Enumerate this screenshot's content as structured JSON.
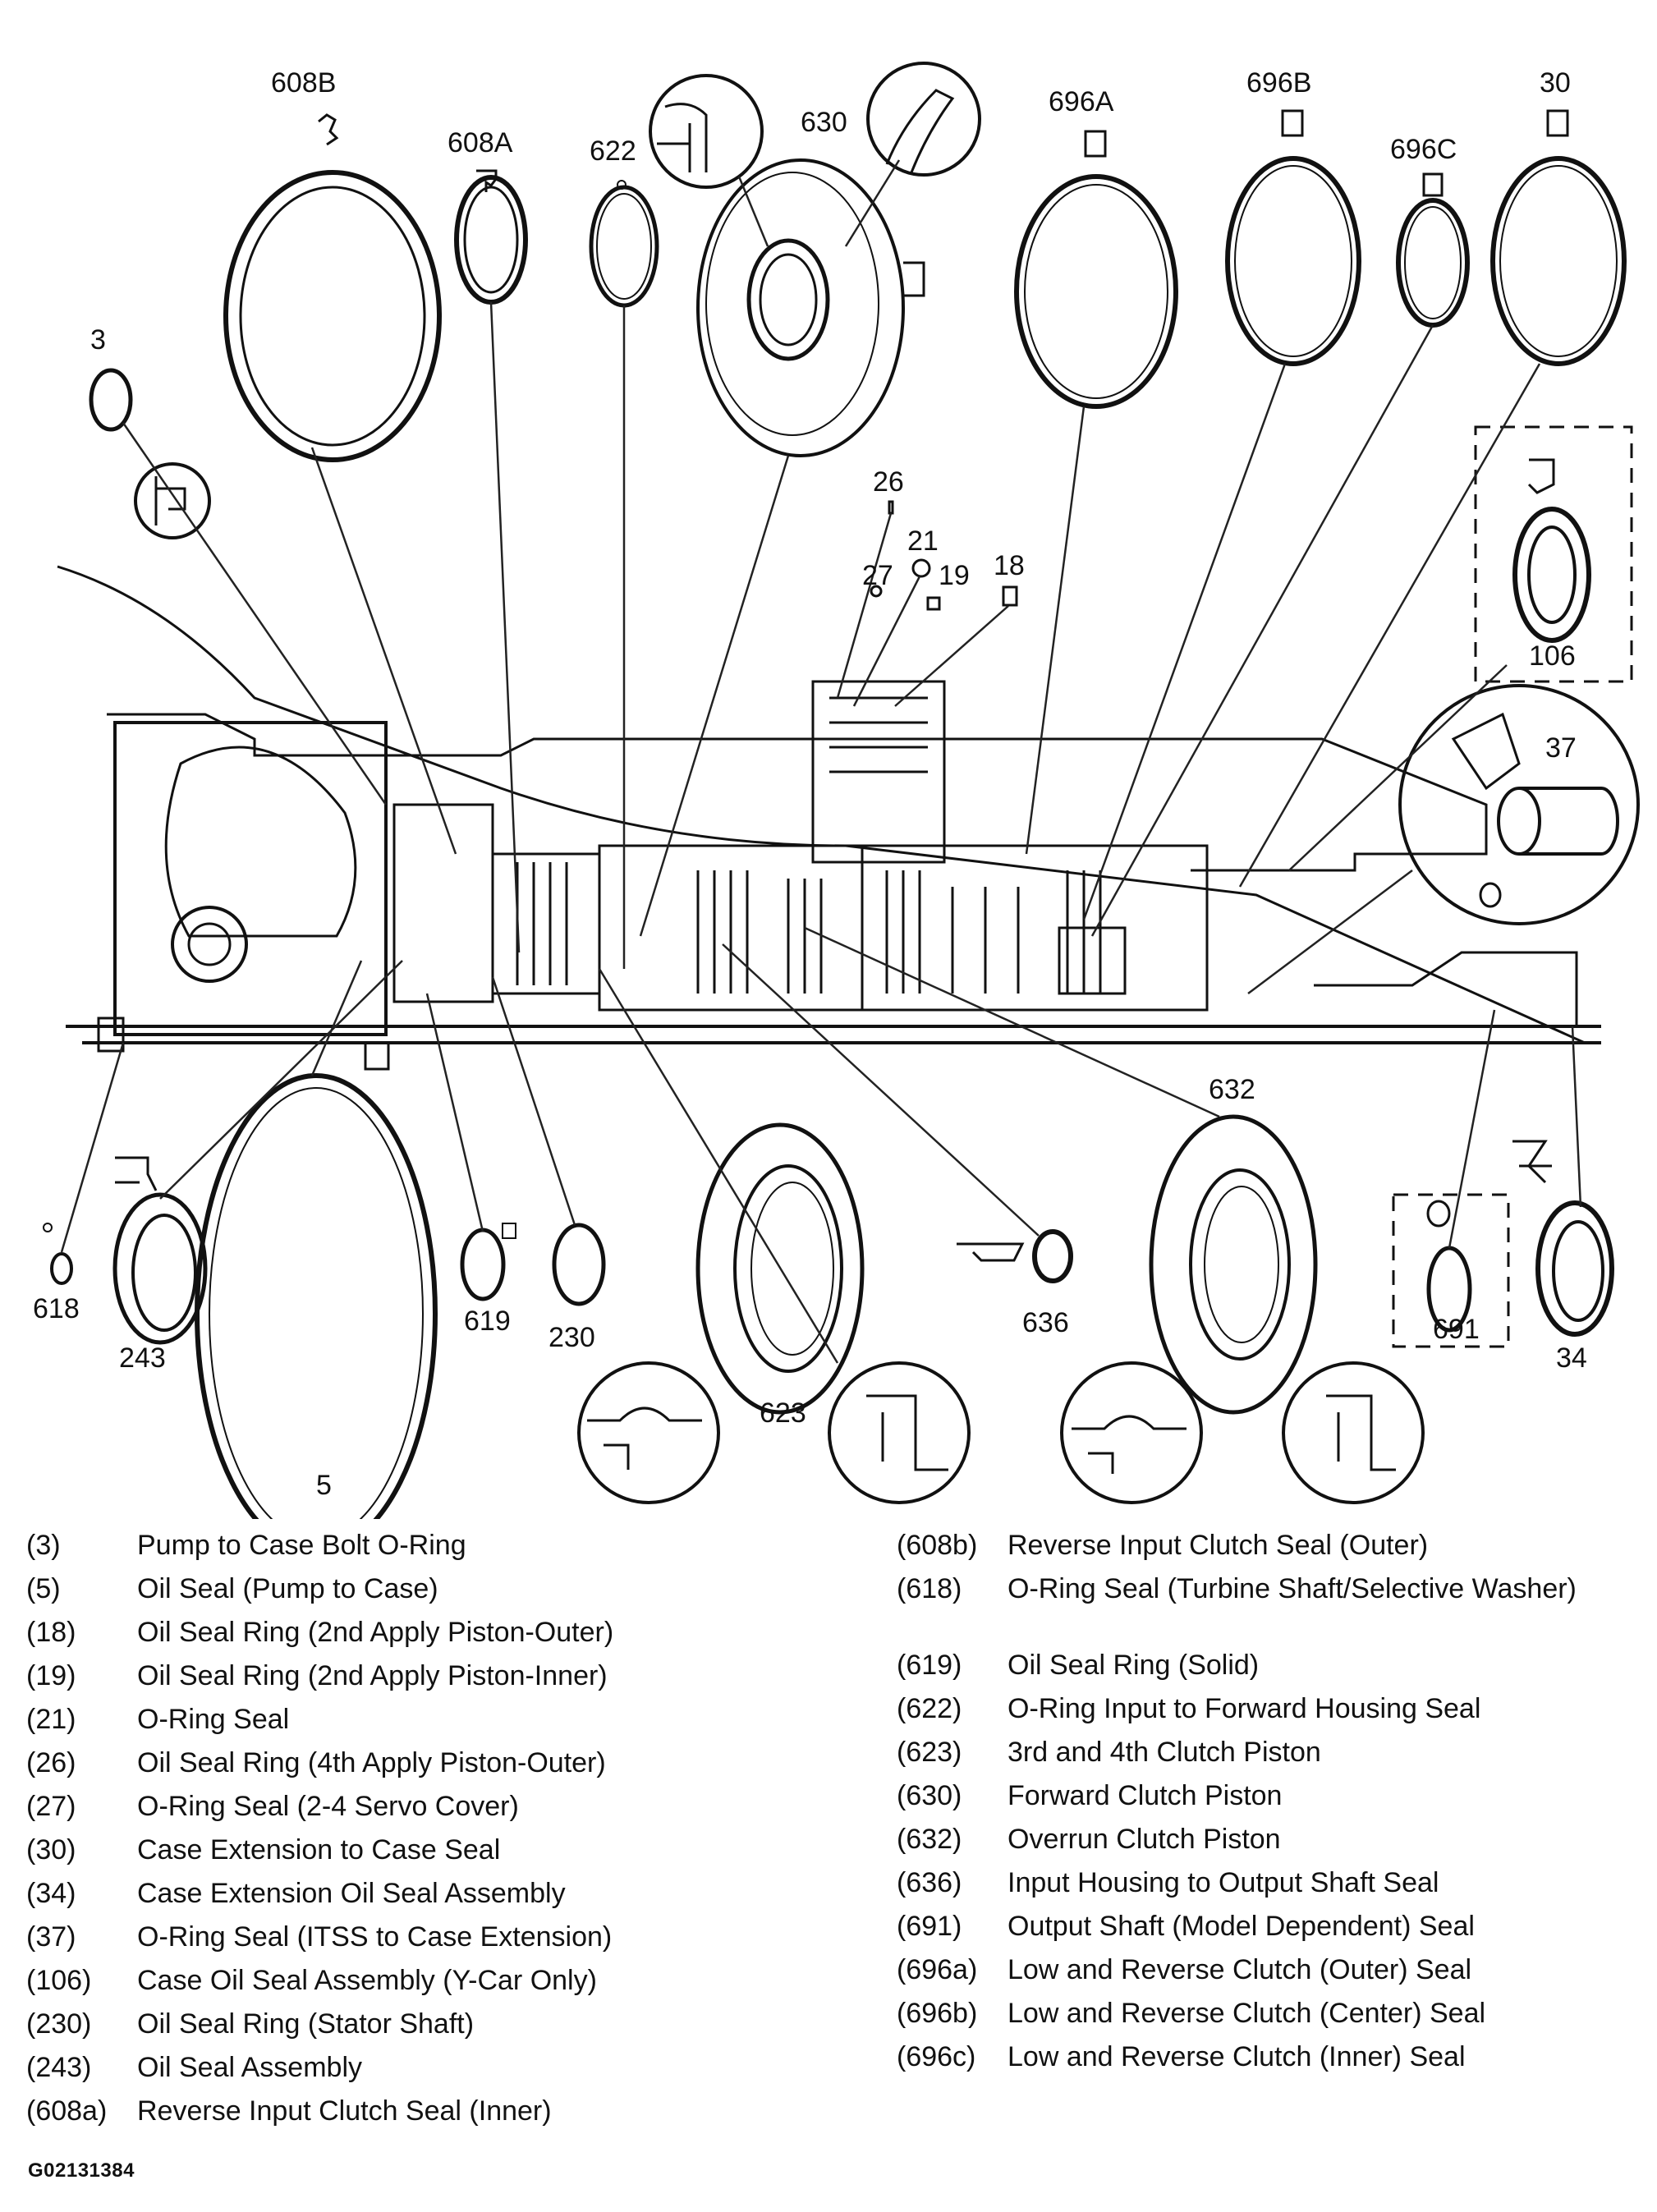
{
  "callouts": {
    "c608B": "608B",
    "c608A": "608A",
    "c622": "622",
    "c630": "630",
    "c696A": "696A",
    "c696B": "696B",
    "c696C": "696C",
    "c30": "30",
    "c3": "3",
    "c26": "26",
    "c21": "21",
    "c27": "27",
    "c19": "19",
    "c18": "18",
    "c106": "106",
    "c37": "37",
    "c632": "632",
    "c618": "618",
    "c243": "243",
    "c5": "5",
    "c619": "619",
    "c230": "230",
    "c623": "623",
    "c636": "636",
    "c691": "691",
    "c34": "34"
  },
  "legend_left": [
    {
      "num": "(3)",
      "desc": "Pump to Case Bolt O-Ring"
    },
    {
      "num": "(5)",
      "desc": "Oil Seal (Pump to Case)"
    },
    {
      "num": "(18)",
      "desc": "Oil Seal Ring (2nd Apply Piston-Outer)"
    },
    {
      "num": "(19)",
      "desc": "Oil Seal Ring (2nd Apply Piston-Inner)"
    },
    {
      "num": "(21)",
      "desc": "O-Ring Seal"
    },
    {
      "num": "(26)",
      "desc": "Oil Seal Ring (4th Apply Piston-Outer)"
    },
    {
      "num": "(27)",
      "desc": "O-Ring Seal (2-4 Servo Cover)"
    },
    {
      "num": "(30)",
      "desc": "Case Extension to Case Seal"
    },
    {
      "num": "(34)",
      "desc": "Case Extension Oil Seal Assembly"
    },
    {
      "num": "(37)",
      "desc": "O-Ring Seal (ITSS to Case Extension)"
    },
    {
      "num": "(106)",
      "desc": "Case Oil Seal Assembly (Y-Car Only)"
    },
    {
      "num": "(230)",
      "desc": "Oil Seal Ring (Stator Shaft)"
    },
    {
      "num": "(243)",
      "desc": "Oil Seal Assembly"
    },
    {
      "num": "(608a)",
      "desc": "Reverse Input Clutch Seal (Inner)"
    }
  ],
  "legend_right": [
    {
      "num": "(608b)",
      "desc": "Reverse Input Clutch Seal (Outer)"
    },
    {
      "num": "(618)",
      "desc": "O-Ring Seal (Turbine Shaft/Selective Washer)"
    },
    {
      "num": "(619)",
      "desc": "Oil Seal Ring (Solid)"
    },
    {
      "num": "(622)",
      "desc": "O-Ring Input to Forward Housing Seal"
    },
    {
      "num": "(623)",
      "desc": "3rd and 4th Clutch Piston"
    },
    {
      "num": "(630)",
      "desc": "Forward Clutch Piston"
    },
    {
      "num": "(632)",
      "desc": "Overrun Clutch Piston"
    },
    {
      "num": "(636)",
      "desc": "Input Housing to Output Shaft Seal"
    },
    {
      "num": "(691)",
      "desc": "Output Shaft (Model Dependent) Seal"
    },
    {
      "num": "(696a)",
      "desc": "Low and Reverse Clutch (Outer) Seal"
    },
    {
      "num": "(696b)",
      "desc": "Low and Reverse Clutch (Center) Seal"
    },
    {
      "num": "(696c)",
      "desc": "Low and Reverse Clutch (Inner) Seal"
    }
  ],
  "figure_code": "G02131384"
}
